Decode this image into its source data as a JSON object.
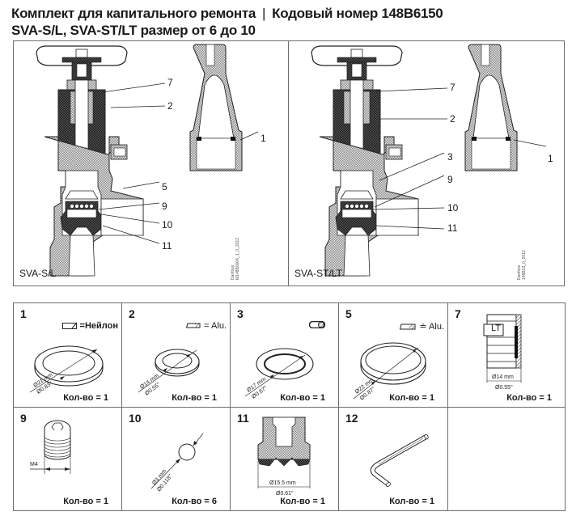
{
  "header": {
    "title_part1": "Комплект для капитального ремонта",
    "separator": "|",
    "title_part2": "Кодовый номер 148B6150",
    "subtitle": "SVA-S/L, SVA-ST/LT размер от 6 до 10"
  },
  "figures": [
    {
      "label": "SVA-S/L",
      "credit_line1": "Danfoss",
      "credit_line2": "M148B0004_1_0_2012",
      "callouts": [
        "7",
        "2",
        "1",
        "5",
        "9",
        "10",
        "11"
      ]
    },
    {
      "label": "SVA-ST/LT",
      "credit_line1": "Danfoss",
      "credit_line2": "148B13_0_2012",
      "callouts": [
        "7",
        "2",
        "1",
        "3",
        "9",
        "10",
        "11"
      ]
    }
  ],
  "parts": [
    {
      "number": "1",
      "material_label": "=Нейлон",
      "material_icon": "nylon-hatch-icon",
      "dim_mm": "Ø21 mm",
      "dim_in": "Ø0.83\"",
      "qty": "Кол-во = 1"
    },
    {
      "number": "2",
      "material_label": "= Alu.",
      "material_icon": "alu-hatch-icon",
      "dim_mm": "Ø14 mm",
      "dim_in": "Ø0.55\"",
      "qty": "Кол-во = 1"
    },
    {
      "number": "3",
      "material_label": "",
      "material_icon": "o-ring-section-icon",
      "dim_mm": "Ø17 mm",
      "dim_in": "Ø0.67\"",
      "qty": "Кол-во = 1"
    },
    {
      "number": "5",
      "material_label": "≐ Alu.",
      "material_icon": "alu-hatch-icon",
      "dim_mm": "Ø22 mm",
      "dim_in": "Ø0.87\"",
      "qty": "Кол-во = 1"
    },
    {
      "number": "7",
      "insert_label": "LT",
      "dim_mm": "Ø14 mm",
      "dim_in": "Ø0.55\"",
      "qty": "Кол-во = 1"
    },
    {
      "number": "9",
      "thread_label": "M4",
      "qty": "Кол-во = 1"
    },
    {
      "number": "10",
      "dim_mm": "Ø3 mm",
      "dim_in": "Ø0.118\"",
      "qty": "Кол-во = 6"
    },
    {
      "number": "11",
      "dim_mm": "Ø15.5 mm",
      "dim_in": "Ø0.61\"",
      "qty": "Кол-во = 1"
    },
    {
      "number": "12",
      "qty": "Кол-во = 1"
    }
  ],
  "colors": {
    "border": "#6d6d6d",
    "ink": "#1a1a1a",
    "hatch_light": "#bdbdbd",
    "hatch_dark": "#3a3a3a"
  }
}
